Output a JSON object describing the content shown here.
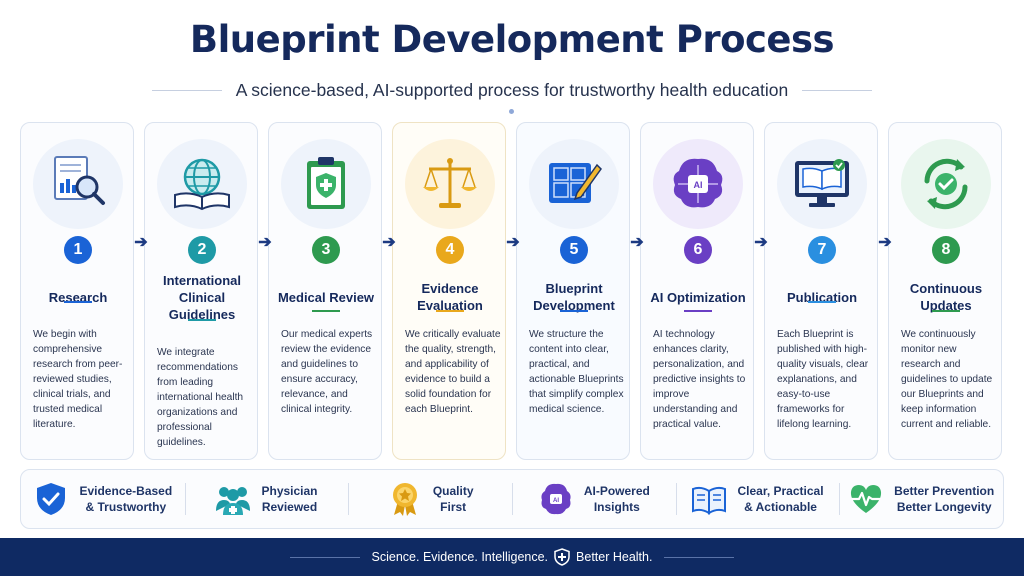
{
  "title": "Blueprint Development Process",
  "subtitle": "A science-based, AI-supported process for trustworthy health education",
  "steps": [
    {
      "number": "1",
      "title": "Research",
      "color": "#1a63d6",
      "icon": "research-report-icon",
      "description": "We begin with comprehensive research from peer-reviewed studies, clinical trials, and trusted medical literature."
    },
    {
      "number": "2",
      "title": "International Clinical Guidelines",
      "color": "#1e9aa6",
      "icon": "globe-book-icon",
      "description": "We integrate recommendations from leading international health organizations and professional guidelines."
    },
    {
      "number": "3",
      "title": "Medical Review",
      "color": "#2e9a4f",
      "icon": "clipboard-shield-icon",
      "description": "Our medical experts review the evidence and guidelines to ensure accuracy, relevance, and clinical integrity."
    },
    {
      "number": "4",
      "title": "Evidence Evaluation",
      "color": "#e9a81c",
      "icon": "balance-scale-icon",
      "description": "We critically evaluate the quality, strength, and applicability of evidence to build a solid foundation for each Blueprint."
    },
    {
      "number": "5",
      "title": "Blueprint Development",
      "color": "#1a63d6",
      "icon": "blueprint-pencil-icon",
      "description": "We structure the content into clear, practical, and actionable Blueprints that simplify complex medical science."
    },
    {
      "number": "6",
      "title": "AI Optimization",
      "color": "#6a3fc4",
      "icon": "ai-brain-icon",
      "description": "AI technology enhances clarity, personalization, and predictive insights to improve understanding and practical value."
    },
    {
      "number": "7",
      "title": "Publication",
      "color": "#2a8fe0",
      "icon": "monitor-book-icon",
      "description": "Each Blueprint is published with high-quality visuals, clear explanations, and easy-to-use frameworks for lifelong learning."
    },
    {
      "number": "8",
      "title": "Continuous Updates",
      "color": "#2e9a4f",
      "icon": "refresh-check-icon",
      "description": "We continuously monitor new research and guidelines to update our Blueprints and keep information current and reliable."
    }
  ],
  "features": [
    {
      "label": "Evidence-Based\n& Trustworthy",
      "icon": "shield-check-icon"
    },
    {
      "label": "Physician\nReviewed",
      "icon": "physicians-icon"
    },
    {
      "label": "Quality\nFirst",
      "icon": "award-medal-icon"
    },
    {
      "label": "AI-Powered\nInsights",
      "icon": "ai-brain-icon"
    },
    {
      "label": "Clear, Practical\n& Actionable",
      "icon": "open-book-icon"
    },
    {
      "label": "Better Prevention\nBetter Longevity",
      "icon": "heart-pulse-icon"
    }
  ],
  "footer": {
    "left": "Science. Evidence. Intelligence.",
    "right": "Better Health."
  }
}
